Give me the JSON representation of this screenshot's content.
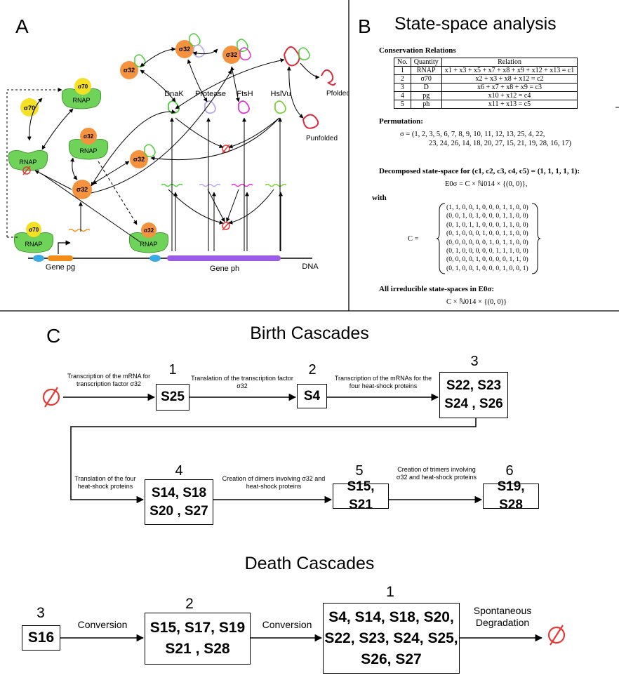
{
  "panel_a": {
    "letter": "A",
    "molecules": {
      "sigma70": "σ70",
      "sigma32": "σ32",
      "rnap": "RNAP"
    },
    "proteins": [
      "DnaK",
      "Protease",
      "FtsH",
      "HslVu"
    ],
    "p_folded": "Pfolded",
    "p_unfolded": "Punfolded",
    "gene_pg": "Gene pg",
    "gene_ph": "Gene ph",
    "dna": "DNA"
  },
  "panel_b": {
    "letter": "B",
    "title": "State-space analysis",
    "conservation_heading": "Conservation Relations",
    "table_headers": [
      "No.",
      "Quantity",
      "Relation"
    ],
    "table_rows": [
      [
        "1",
        "RNAP",
        "x1 + x3 + x5 + x7 + x8 + x9 + x12 + x13 = c1"
      ],
      [
        "2",
        "σ70",
        "x2 + x3 + x8 + x12 = c2"
      ],
      [
        "3",
        "D",
        "x6 + x7 + x8 + x9 = c3"
      ],
      [
        "4",
        "pg",
        "x10 + x12 = c4"
      ],
      [
        "5",
        "ph",
        "x11 + x13 = c5"
      ]
    ],
    "permutation_heading": "Permutation:",
    "permutation_line1": "σ = (1, 2, 3, 5, 6, 7, 8, 9, 10, 11, 12, 13, 25, 4, 22,",
    "permutation_line2": "23, 24, 26, 14, 18, 20, 27, 15, 21, 19, 28, 16, 17)",
    "decomposed_heading": "Decomposed state-space for (c1, c2, c3, c4, c5) = (1, 1, 1, 1, 1):",
    "decomposed_eq": "E0σ = C × ℕ014 × {(0, 0)},",
    "with": "with",
    "c_label": "C =",
    "c_rows": [
      "(1, 1, 0, 0, 1, 0, 0, 0, 1, 1, 0, 0)",
      "(0, 0, 1, 0, 1, 0, 0, 0, 1, 1, 0, 0)",
      "(0, 1, 0, 1, 1, 0, 0, 0, 1, 1, 0, 0)",
      "(0, 1, 0, 0, 0, 1, 0, 0, 1, 1, 0, 0)",
      "(0, 0, 0, 0, 0, 0, 1, 0, 1, 1, 0, 0)",
      "(0, 1, 0, 0, 0, 0, 0, 1, 1, 1, 0, 0)",
      "(0, 0, 0, 0, 1, 0, 0, 0, 0, 1, 1, 0)",
      "(0, 1, 0, 0, 1, 0, 0, 0, 1, 0, 0, 1)"
    ],
    "irreducible_heading": "All irreducible state-spaces in E0σ:",
    "irreducible_eq": "C × ℕ014 × {(0, 0)}"
  },
  "panel_c": {
    "letter": "C",
    "birth_title": "Birth Cascades",
    "birth_steps": [
      {
        "num": "1",
        "label": "Transcription of the mRNA for transcription factor σ32",
        "line1": "S25",
        "line2": ""
      },
      {
        "num": "2",
        "label": "Translation of the transcription factor σ32",
        "line1": "S4",
        "line2": ""
      },
      {
        "num": "3",
        "label": "Transcription of the mRNAs for the four heat-shock proteins",
        "line1": "S22, S23",
        "line2": "S24 , S26"
      },
      {
        "num": "4",
        "label": "Translation of the four heat-shock proteins",
        "line1": "S14, S18",
        "line2": "S20 , S27"
      },
      {
        "num": "5",
        "label": "Creation of dimers involving σ32 and heat-shock proteins",
        "line1": "S15, S21",
        "line2": ""
      },
      {
        "num": "6",
        "label": "Creation of trimers involving σ32 and heat-shock proteins",
        "line1": "S19, S28",
        "line2": ""
      }
    ],
    "death_title": "Death Cascades",
    "death_steps": [
      {
        "num": "3",
        "line1": "S16"
      },
      {
        "num": "2",
        "label": "Conversion",
        "line1": "S15, S17, S19",
        "line2": "S21 , S28"
      },
      {
        "num": "1",
        "label": "Conversion",
        "line1": "S4, S14, S18, S20,",
        "line2": "S22, S23, S24, S25,",
        "line3": "S26, S27"
      }
    ],
    "death_final_label": "Spontaneous Degradation"
  },
  "colors": {
    "sigma70": "#f4e024",
    "sigma32": "#f5923e",
    "rnap": "#6fd35a",
    "gene_pg": "#f28c1a",
    "gene_ph": "#9b5de5",
    "promoter": "#39a9e6",
    "empty_set": "#e53935",
    "dnak": "#4ccc3a",
    "protease": "#b7a5e8",
    "ftsh": "#e030d0",
    "hslvu": "#7ad132",
    "pfold": "#d8283a"
  }
}
